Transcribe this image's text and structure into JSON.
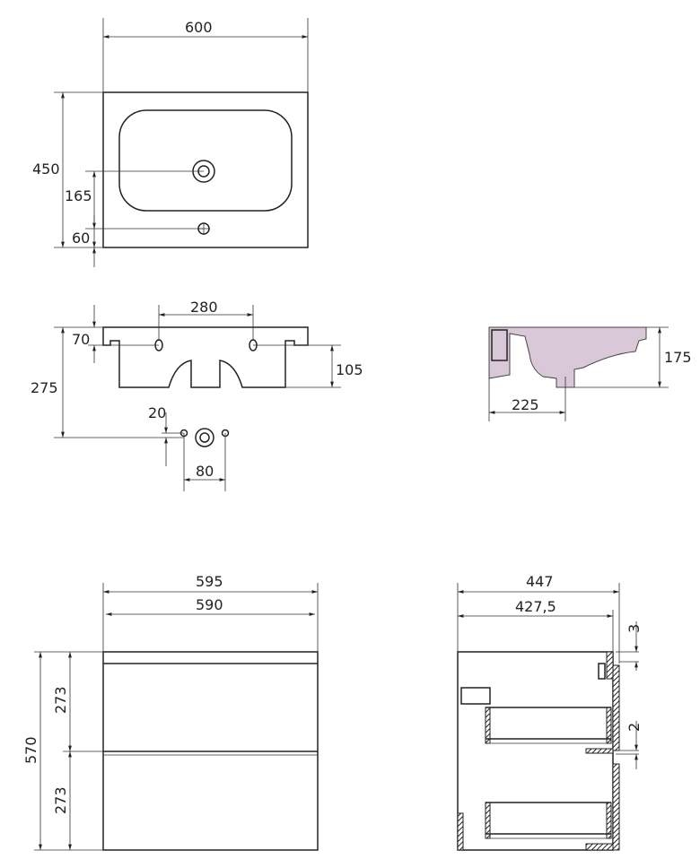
{
  "top_view": {
    "width": "600",
    "depth": "450",
    "drain_offset": "165",
    "overflow_offset": "60"
  },
  "front_view": {
    "tap_spacing": "280",
    "lip_height": "70",
    "body_height": "105",
    "total_height": "275",
    "hole_offset": "20",
    "hole_spacing": "80"
  },
  "section_view": {
    "height": "175",
    "drain_distance": "225"
  },
  "cabinet_front": {
    "outer_width": "595",
    "inner_width": "590",
    "height": "570",
    "drawer_height_top": "273",
    "drawer_height_bottom": "273"
  },
  "cabinet_side": {
    "depth": "447",
    "inner_depth": "427,5",
    "top_gap": "3",
    "middle_gap": "2"
  }
}
